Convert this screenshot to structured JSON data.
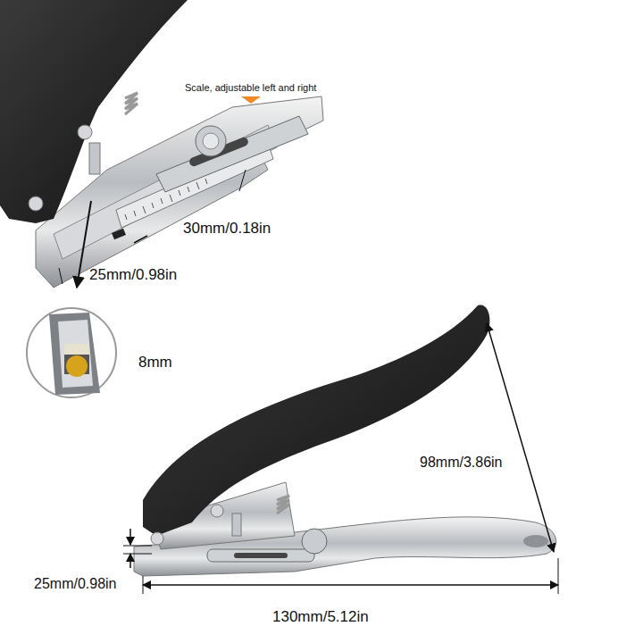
{
  "diagram": {
    "labels": [
      "Scale, adjustable left and right",
      "30mm/0.18in",
      "25mm/0.98in",
      "8mm",
      "98mm/3.86in",
      "25mm/0.98in",
      "130mm/5.12in"
    ]
  }
}
